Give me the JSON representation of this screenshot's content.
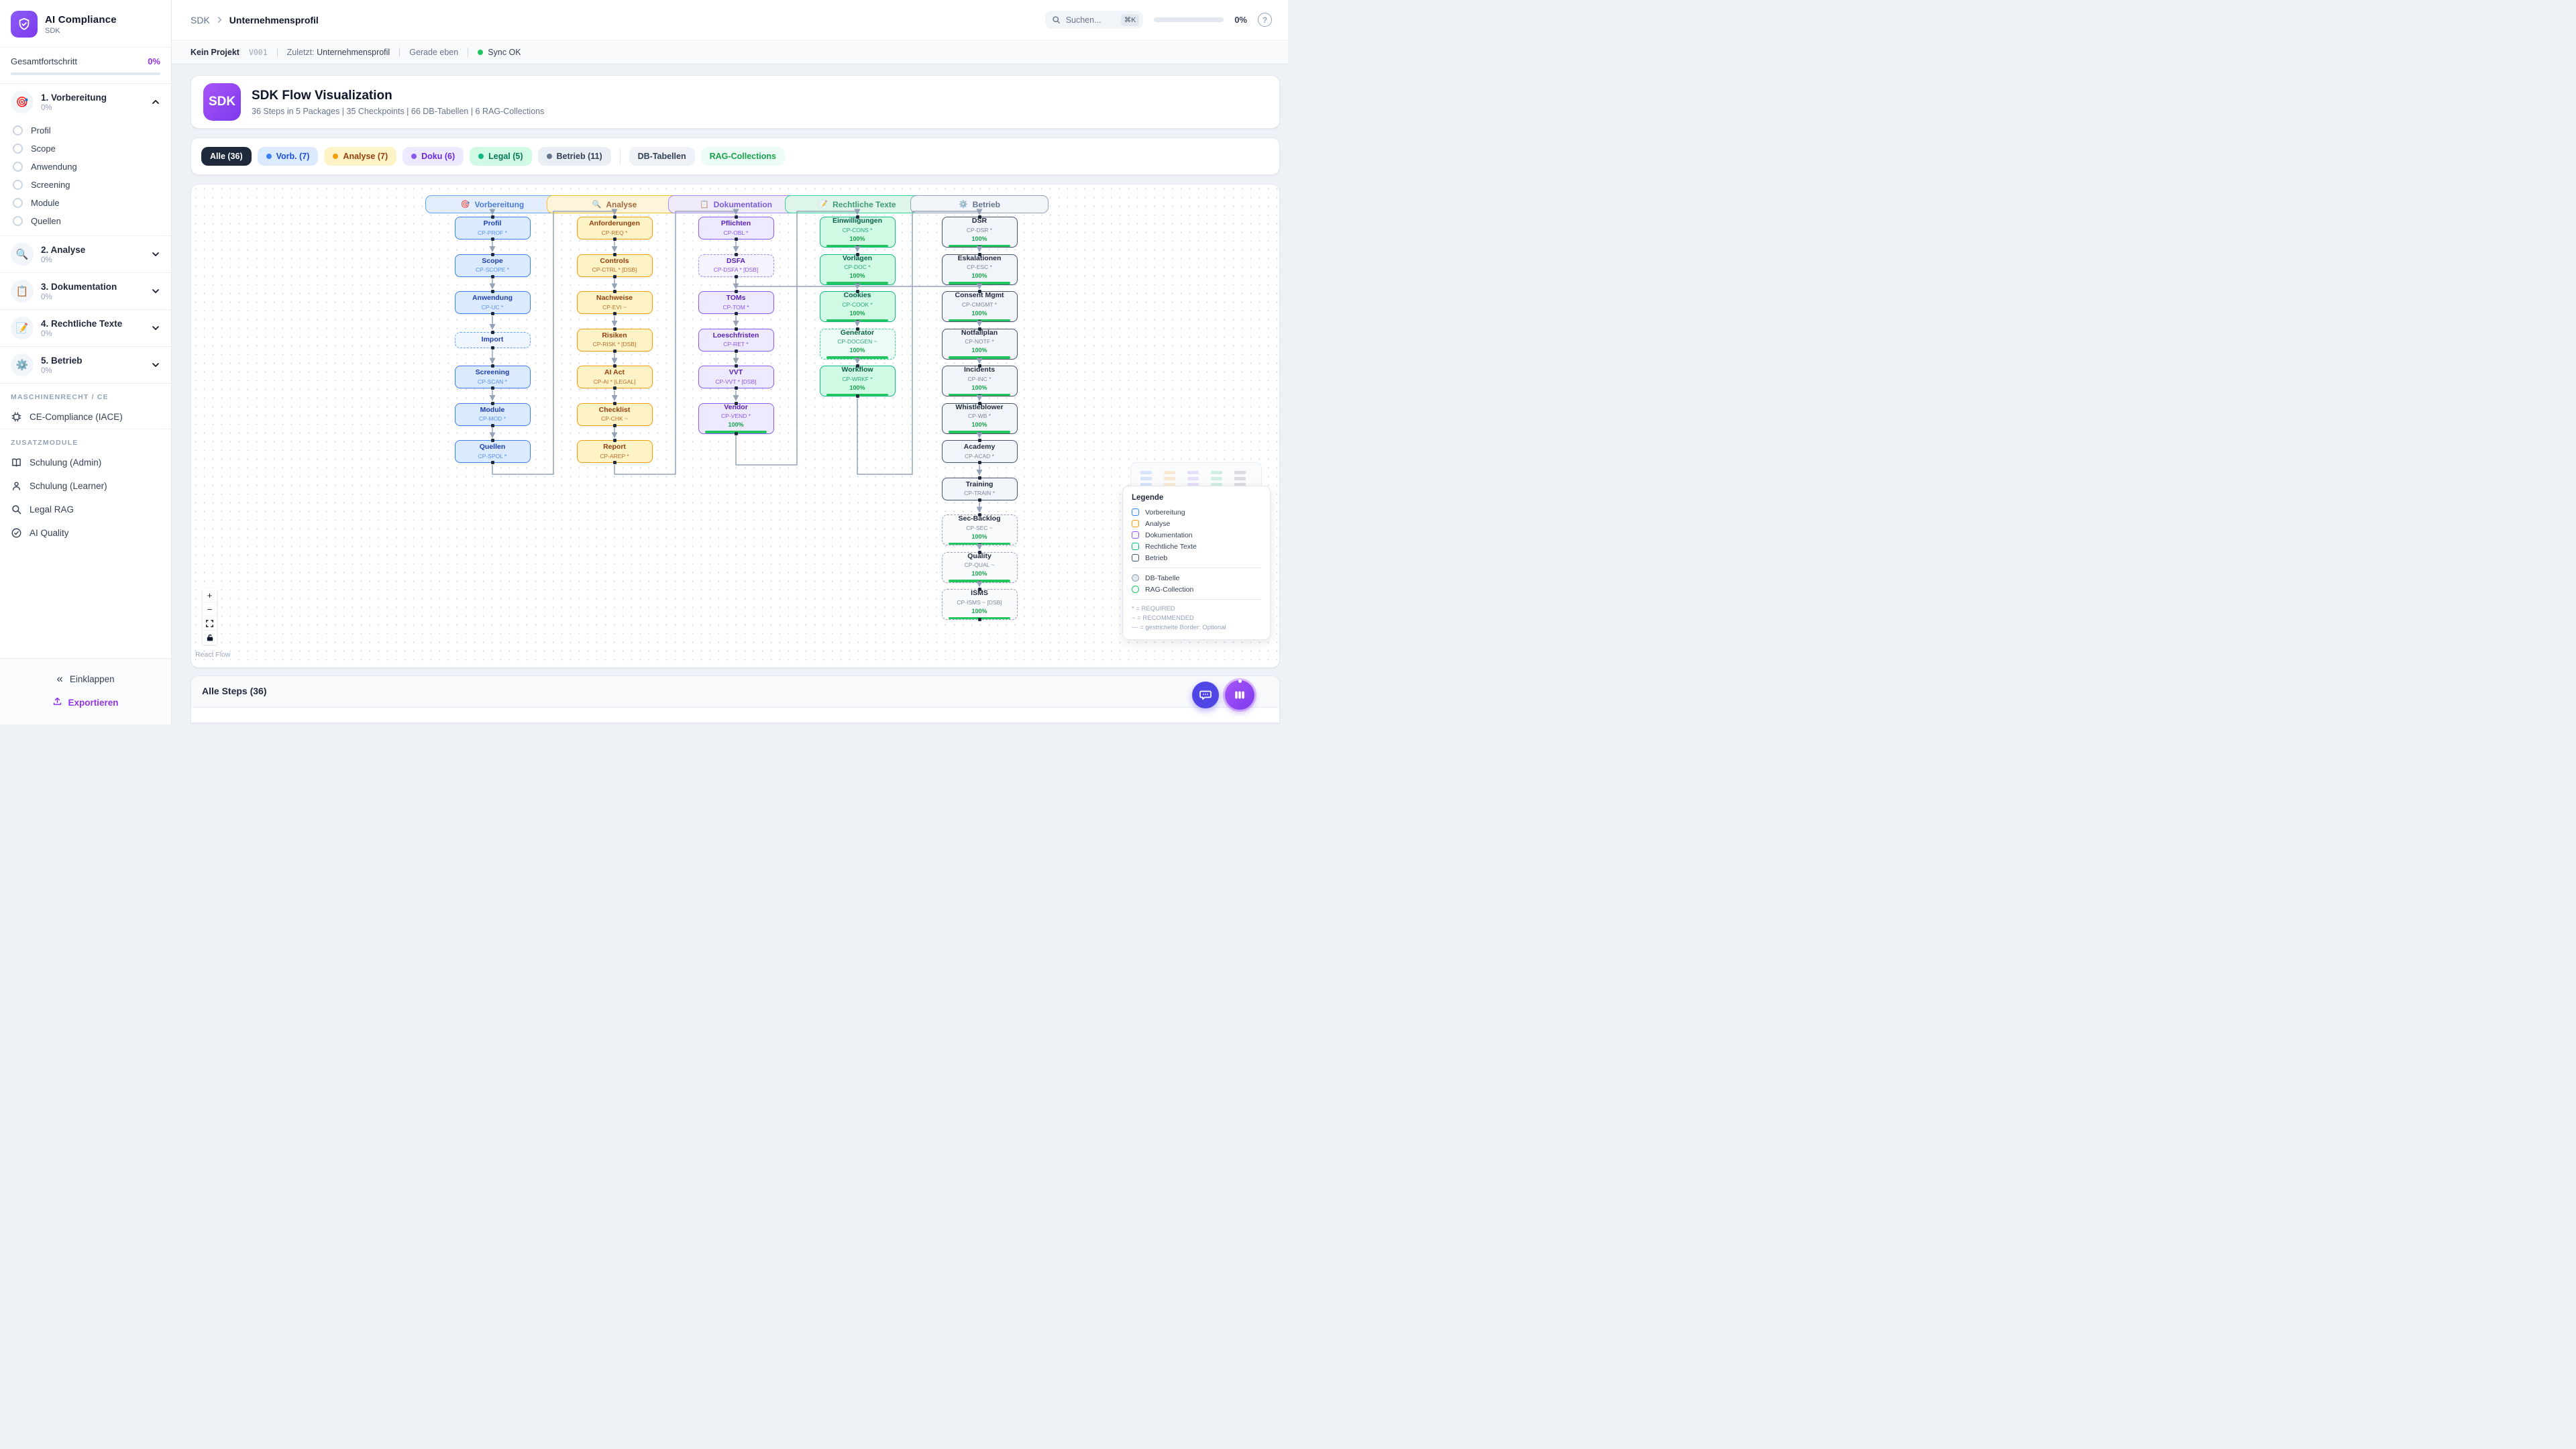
{
  "app": {
    "name": "AI Compliance",
    "subtitle": "SDK"
  },
  "sidebar": {
    "overall_label": "Gesamtfortschritt",
    "overall_value": "0%",
    "packages": [
      {
        "label": "1. Vorbereitung",
        "percent": "0%",
        "icon": "🎯",
        "expanded": true,
        "children": [
          "Profil",
          "Scope",
          "Anwendung",
          "Screening",
          "Module",
          "Quellen"
        ]
      },
      {
        "label": "2. Analyse",
        "percent": "0%",
        "icon": "🔍",
        "expanded": false
      },
      {
        "label": "3. Dokumentation",
        "percent": "0%",
        "icon": "📋",
        "expanded": false
      },
      {
        "label": "4. Rechtliche Texte",
        "percent": "0%",
        "icon": "📝",
        "expanded": false
      },
      {
        "label": "5. Betrieb",
        "percent": "0%",
        "icon": "⚙️",
        "expanded": false
      }
    ],
    "sections": [
      {
        "title": "MASCHINENRECHT / CE",
        "items": [
          {
            "label": "CE-Compliance (IACE)",
            "icon": "chip-icon"
          }
        ]
      },
      {
        "title": "ZUSATZMODULE",
        "items": [
          {
            "label": "Schulung (Admin)",
            "icon": "book-icon"
          },
          {
            "label": "Schulung (Learner)",
            "icon": "person-icon"
          },
          {
            "label": "Legal RAG",
            "icon": "search-icon"
          },
          {
            "label": "AI Quality",
            "icon": "check-circle-icon"
          }
        ]
      }
    ],
    "collapse_label": "Einklappen",
    "export_label": "Exportieren"
  },
  "header": {
    "breadcrumb_root": "SDK",
    "breadcrumb_current": "Unternehmensprofil",
    "search_placeholder": "Suchen...",
    "search_shortcut": "⌘K",
    "progress_value": "0%"
  },
  "statusbar": {
    "project": "Kein Projekt",
    "version": "V001",
    "last_label": "Zuletzt:",
    "last_value": "Unternehmensprofil",
    "time": "Gerade eben",
    "sync": "Sync OK"
  },
  "hero": {
    "badge": "SDK",
    "title": "SDK Flow Visualization",
    "subtitle": "36 Steps in 5 Packages | 35 Checkpoints | 66 DB-Tabellen | 6 RAG-Collections"
  },
  "filters": [
    {
      "label": "Alle (36)",
      "style": "active"
    },
    {
      "label": "Vorb. (7)",
      "style": "vorbereitung"
    },
    {
      "label": "Analyse (7)",
      "style": "analyse"
    },
    {
      "label": "Doku (6)",
      "style": "doku"
    },
    {
      "label": "Legal (5)",
      "style": "legal"
    },
    {
      "label": "Betrieb (11)",
      "style": "betrieb"
    },
    {
      "label": "DB-Tabellen",
      "style": "plain",
      "divider_before": true
    },
    {
      "label": "RAG-Collections",
      "style": "rag"
    }
  ],
  "flow": {
    "columns": [
      {
        "id": "vorbereitung",
        "title": "Vorbereitung",
        "icon": "🎯",
        "steps": [
          {
            "id": "profil",
            "title": "Profil",
            "code": "CP-PROF *"
          },
          {
            "id": "scope",
            "title": "Scope",
            "code": "CP-SCOPE *"
          },
          {
            "id": "anwendung",
            "title": "Anwendung",
            "code": "CP-UC *"
          },
          {
            "id": "import",
            "title": "Import",
            "code": "",
            "dashed": true
          },
          {
            "id": "screening",
            "title": "Screening",
            "code": "CP-SCAN *"
          },
          {
            "id": "module",
            "title": "Module",
            "code": "CP-MOD *"
          },
          {
            "id": "quellen",
            "title": "Quellen",
            "code": "CP-SPOL *"
          }
        ]
      },
      {
        "id": "analyse",
        "title": "Analyse",
        "icon": "🔍",
        "steps": [
          {
            "id": "anforderungen",
            "title": "Anforderungen",
            "code": "CP-REQ *"
          },
          {
            "id": "controls",
            "title": "Controls",
            "code": "CP-CTRL * [DSB]"
          },
          {
            "id": "nachweise",
            "title": "Nachweise",
            "code": "CP-EVI ~"
          },
          {
            "id": "risiken",
            "title": "Risiken",
            "code": "CP-RISK * [DSB]"
          },
          {
            "id": "ai-act",
            "title": "AI Act",
            "code": "CP-AI * [LEGAL]"
          },
          {
            "id": "checklist",
            "title": "Checklist",
            "code": "CP-CHK ~"
          },
          {
            "id": "report",
            "title": "Report",
            "code": "CP-AREP *"
          }
        ]
      },
      {
        "id": "doku",
        "title": "Dokumentation",
        "icon": "📋",
        "steps": [
          {
            "id": "pflichten",
            "title": "Pflichten",
            "code": "CP-OBL *"
          },
          {
            "id": "dsfa",
            "title": "DSFA",
            "code": "CP-DSFA * [DSB]",
            "dashed": true
          },
          {
            "id": "toms",
            "title": "TOMs",
            "code": "CP-TOM *"
          },
          {
            "id": "loeschfristen",
            "title": "Loeschfristen",
            "code": "CP-RET *"
          },
          {
            "id": "vvt",
            "title": "VVT",
            "code": "CP-VVT * [DSB]"
          },
          {
            "id": "vendor",
            "title": "Vendor",
            "code": "CP-VEND *",
            "progress": "100%"
          }
        ]
      },
      {
        "id": "legal",
        "title": "Rechtliche Texte",
        "icon": "📝",
        "steps": [
          {
            "id": "einwilligungen",
            "title": "Einwilligungen",
            "code": "CP-CONS *",
            "progress": "100%"
          },
          {
            "id": "vorlagen",
            "title": "Vorlagen",
            "code": "CP-DOC *",
            "progress": "100%"
          },
          {
            "id": "cookies",
            "title": "Cookies",
            "code": "CP-COOK *",
            "progress": "100%"
          },
          {
            "id": "generator",
            "title": "Generator",
            "code": "CP-DOCGEN ~",
            "progress": "100%",
            "dashed": true
          },
          {
            "id": "workflow",
            "title": "Workflow",
            "code": "CP-WRKF *",
            "progress": "100%"
          }
        ]
      },
      {
        "id": "betrieb",
        "title": "Betrieb",
        "icon": "⚙️",
        "steps": [
          {
            "id": "dsr",
            "title": "DSR",
            "code": "CP-DSR *",
            "progress": "100%"
          },
          {
            "id": "eskalationen",
            "title": "Eskalationen",
            "code": "CP-ESC *",
            "progress": "100%"
          },
          {
            "id": "consent-mgmt",
            "title": "Consent Mgmt",
            "code": "CP-CMGMT *",
            "progress": "100%"
          },
          {
            "id": "notfallplan",
            "title": "Notfallplan",
            "code": "CP-NOTF *",
            "progress": "100%"
          },
          {
            "id": "incidents",
            "title": "Incidents",
            "code": "CP-INC *",
            "progress": "100%"
          },
          {
            "id": "whistleblower",
            "title": "Whistleblower",
            "code": "CP-WB *",
            "progress": "100%"
          },
          {
            "id": "academy",
            "title": "Academy",
            "code": "CP-ACAD *"
          },
          {
            "id": "training",
            "title": "Training",
            "code": "CP-TRAIN *"
          },
          {
            "id": "sec-backlog",
            "title": "Sec-Backlog",
            "code": "CP-SEC ~",
            "progress": "100%",
            "dashed": true
          },
          {
            "id": "quality",
            "title": "Quality",
            "code": "CP-QUAL ~",
            "progress": "100%",
            "dashed": true
          },
          {
            "id": "isms",
            "title": "ISMS",
            "code": "CP-ISMS ~ [DSB]",
            "progress": "100%",
            "dashed": true
          }
        ]
      }
    ],
    "cross_edges": [
      {
        "from": "quellen",
        "to": "anforderungen"
      },
      {
        "from": "report",
        "to": "pflichten"
      },
      {
        "from": "vendor",
        "to": "einwilligungen"
      },
      {
        "from": "workflow",
        "to": "dsr"
      },
      {
        "from": "dsfa",
        "to": "consent-mgmt"
      }
    ]
  },
  "legend": {
    "title": "Legende",
    "package_items": [
      "Vorbereitung",
      "Analyse",
      "Dokumentation",
      "Rechtliche Texte",
      "Betrieb"
    ],
    "shape_items": [
      "DB-Tabelle",
      "RAG-Collection"
    ],
    "notes": [
      "* = REQUIRED",
      "~ = RECOMMENDED",
      "--- = gestrichelte Border: Optional"
    ]
  },
  "canvas": {
    "attribution": "React Flow"
  },
  "steps_panel": {
    "title": "Alle Steps (36)"
  },
  "colors": {
    "accent_purple": "#9333ea",
    "sync_green": "#22c55e",
    "progress_green": "#22c55e",
    "vorbereitung": "#3b82f6",
    "analyse": "#f59e0b",
    "doku": "#8b5cf6",
    "legal": "#10b981",
    "betrieb": "#64748b"
  }
}
